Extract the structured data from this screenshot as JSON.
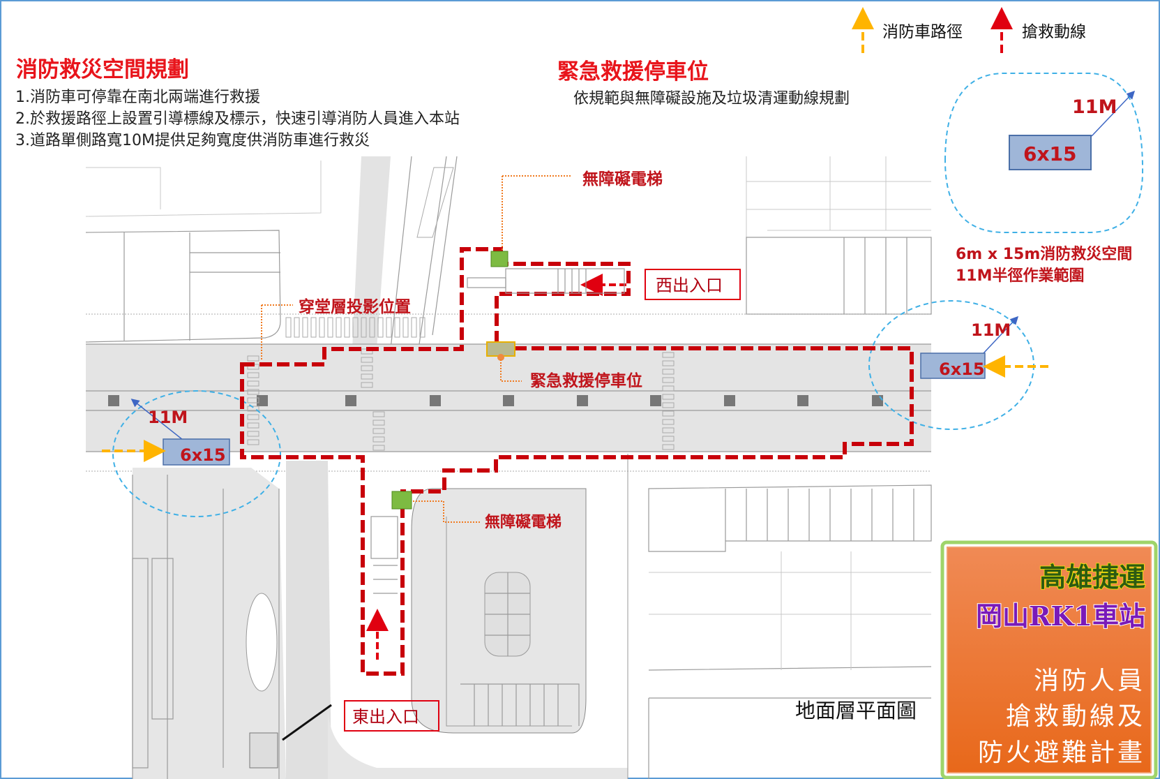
{
  "planning": {
    "title": "消防救災空間規劃",
    "items": [
      "1.消防車可停靠在南北兩端進行救援",
      "2.於救援路徑上設置引導標線及標示，快速引導消防人員進入本站",
      "3.道路單側路寬10M提供足夠寬度供消防車進行救災"
    ]
  },
  "parking": {
    "title": "緊急救援停車位",
    "subtitle": "依規範與無障礙設施及垃圾清運動線規劃"
  },
  "legend": {
    "fire_truck_route": "消防車路徑",
    "rescue_route": "搶救動線"
  },
  "example": {
    "radius_label": "11M",
    "box_label": "6x15",
    "caption_line1": "6m x 15m消防救災空間",
    "caption_line2": "11M半徑作業範圍"
  },
  "map": {
    "elevator_north": "無障礙電梯",
    "elevator_south": "無障礙電梯",
    "concourse_projection": "穿堂層投影位置",
    "emergency_parking": "緊急救援停車位",
    "west_exit": "西出入口",
    "east_exit": "東出入口",
    "left_radius": "11M",
    "left_box": "6x15",
    "right_radius": "11M",
    "right_box": "6x15",
    "plan_title": "地面層平面圖"
  },
  "title_box": {
    "line1": "高雄捷運",
    "line2": "岡山RK1車站",
    "line3": "消防人員",
    "line4": "搶救動線及",
    "line5": "防火避難計畫"
  },
  "colors": {
    "rescue_red": "#c8000a",
    "truck_yellow": "#ffb400",
    "radius_blue": "#3fb0e6",
    "box_blue": "#9fb6d8",
    "title_orange": "#ee7a2c"
  }
}
